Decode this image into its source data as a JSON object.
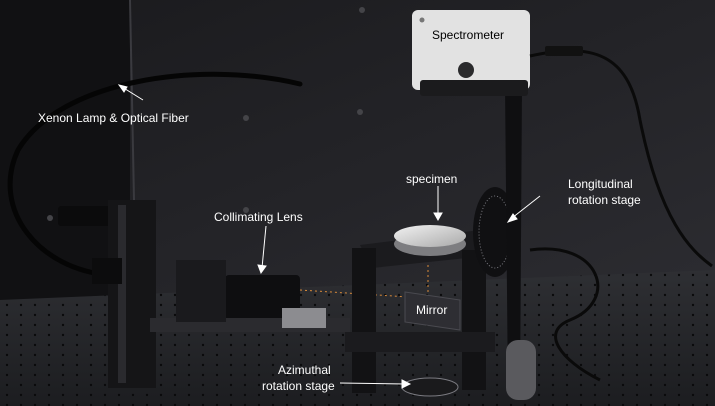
{
  "labels": {
    "spectrometer": "Spectrometer",
    "xenon_lamp": "Xenon Lamp & Optical Fiber",
    "specimen": "specimen",
    "longitudinal_line1": "Longitudinal",
    "longitudinal_line2": "rotation stage",
    "collimating_lens": "Collimating Lens",
    "mirror": "Mirror",
    "azimuthal_line1": "Azimuthal",
    "azimuthal_line2": "rotation stage"
  },
  "colors": {
    "background": "#0d0d0f",
    "table": "#27282c",
    "metal_dark": "#141416",
    "metal_light": "#d8d8d8",
    "label_light": "#ffffff",
    "label_dark": "#000000"
  }
}
